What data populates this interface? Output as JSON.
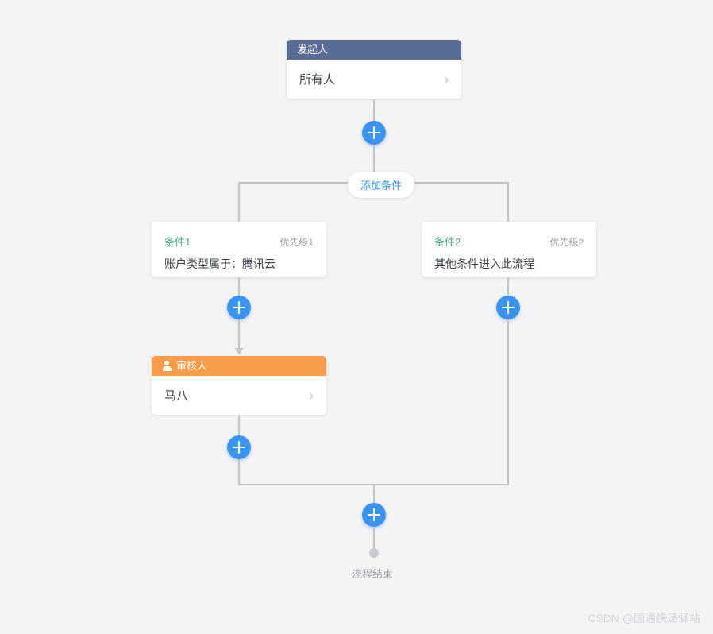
{
  "background_color": "#f3f4f6",
  "colors": {
    "starter_header": "#5a6b96",
    "approver_header": "#f79c4a",
    "accent_blue": "#3c93f0",
    "condition_green": "#4fa882",
    "line_gray": "#c2c4c8",
    "muted_text": "#9b9fa6"
  },
  "nodes": {
    "starter": {
      "header_label": "发起人",
      "body_text": "所有人",
      "chevron": "›"
    },
    "approver": {
      "header_label": "审核人",
      "header_icon": "person-icon",
      "body_text": "马八",
      "chevron": "›"
    }
  },
  "branch": {
    "add_condition_label": "添加条件",
    "conditions": [
      {
        "title": "条件1",
        "priority": "优先级1",
        "description": "账户类型属于：腾讯云"
      },
      {
        "title": "条件2",
        "priority": "优先级2",
        "description": "其他条件进入此流程"
      }
    ]
  },
  "add_buttons": [
    {
      "name": "add-node-after-starter"
    },
    {
      "name": "add-node-branch1-top"
    },
    {
      "name": "add-node-branch2-top"
    },
    {
      "name": "add-node-after-approver"
    },
    {
      "name": "add-node-before-end"
    }
  ],
  "end": {
    "label": "流程结束"
  },
  "watermark": {
    "text": "CSDN @国通快递驿站"
  }
}
